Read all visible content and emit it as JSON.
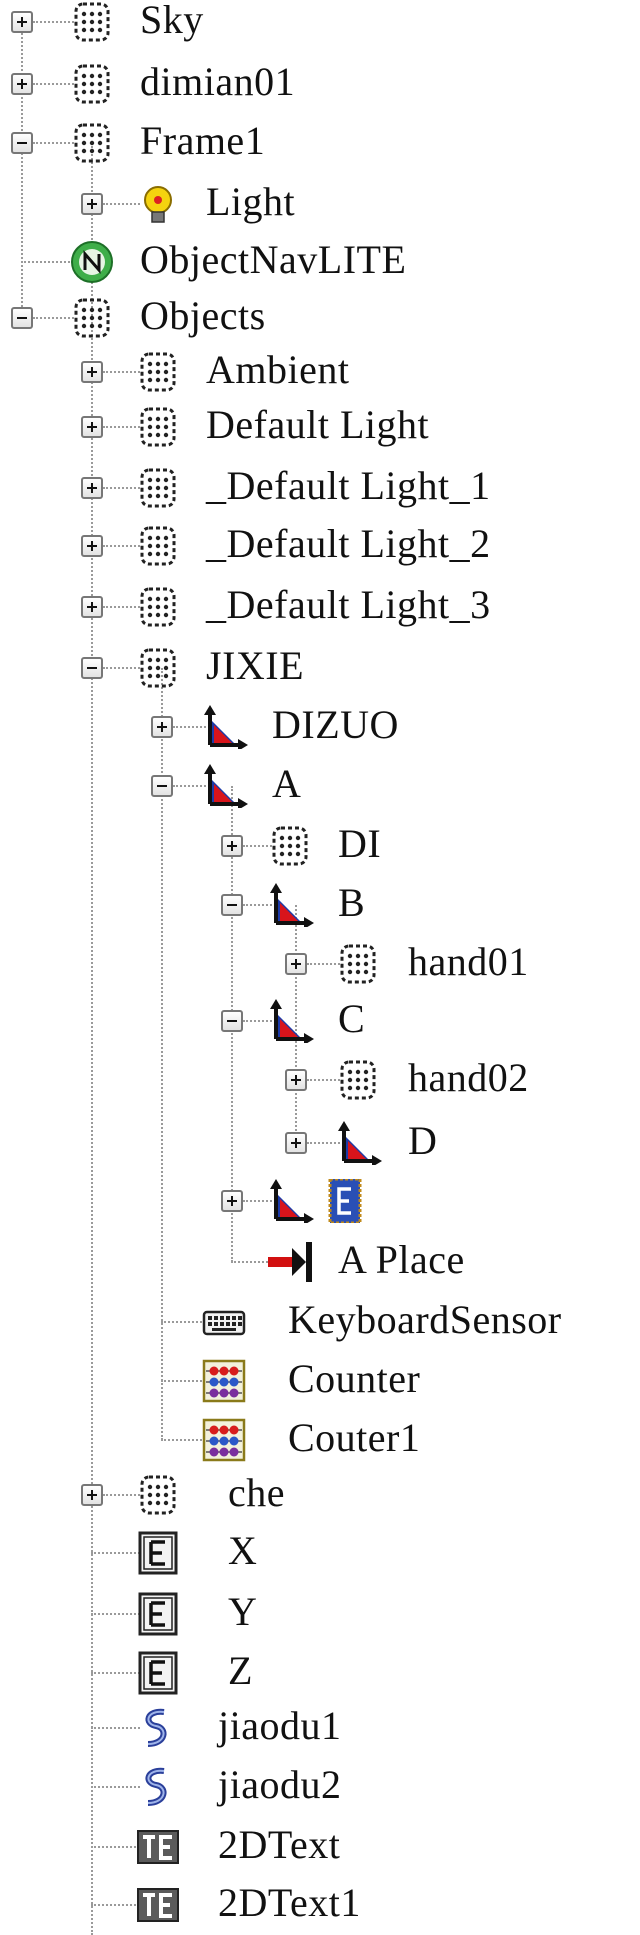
{
  "tree": {
    "items": [
      {
        "label": "Sky",
        "icon": "frame-icon",
        "toggle": "expand"
      },
      {
        "label": "dimian01",
        "icon": "frame-icon",
        "toggle": "expand"
      },
      {
        "label": "Frame1",
        "icon": "frame-icon",
        "toggle": "collapse"
      },
      {
        "label": "Light",
        "icon": "light-bulb-icon",
        "toggle": "expand"
      },
      {
        "label": "ObjectNavLITE",
        "icon": "nav-icon",
        "toggle": "none"
      },
      {
        "label": "Objects",
        "icon": "frame-icon",
        "toggle": "collapse"
      },
      {
        "label": "Ambient",
        "icon": "frame-icon",
        "toggle": "expand"
      },
      {
        "label": "Default Light",
        "icon": "frame-icon",
        "toggle": "expand"
      },
      {
        "label": "_Default Light_1",
        "icon": "frame-icon",
        "toggle": "expand"
      },
      {
        "label": "_Default Light_2",
        "icon": "frame-icon",
        "toggle": "expand"
      },
      {
        "label": "_Default Light_3",
        "icon": "frame-icon",
        "toggle": "expand"
      },
      {
        "label": "JIXIE",
        "icon": "frame-icon",
        "toggle": "collapse"
      },
      {
        "label": "DIZUO",
        "icon": "axes-icon",
        "toggle": "expand"
      },
      {
        "label": "A",
        "icon": "axes-icon",
        "toggle": "collapse"
      },
      {
        "label": "DI",
        "icon": "frame-icon",
        "toggle": "expand"
      },
      {
        "label": "B",
        "icon": "axes-icon",
        "toggle": "collapse"
      },
      {
        "label": "hand01",
        "icon": "frame-icon",
        "toggle": "expand"
      },
      {
        "label": "C",
        "icon": "axes-icon",
        "toggle": "collapse"
      },
      {
        "label": "hand02",
        "icon": "frame-icon",
        "toggle": "expand"
      },
      {
        "label": "D",
        "icon": "axes-icon",
        "toggle": "expand"
      },
      {
        "label": "",
        "icon": "axes-icon",
        "toggle": "expand",
        "extra_icon": "selected-e-icon"
      },
      {
        "label": "A Place",
        "icon": "place-arrow-icon",
        "toggle": "none"
      },
      {
        "label": "KeyboardSensor",
        "icon": "keyboard-icon",
        "toggle": "none"
      },
      {
        "label": "Counter",
        "icon": "counter-icon",
        "toggle": "none"
      },
      {
        "label": "Couter1",
        "icon": "counter-icon",
        "toggle": "none"
      },
      {
        "label": "che",
        "icon": "frame-icon",
        "toggle": "expand"
      },
      {
        "label": "X",
        "icon": "expression-icon",
        "toggle": "none"
      },
      {
        "label": "Y",
        "icon": "expression-icon",
        "toggle": "none"
      },
      {
        "label": "Z",
        "icon": "expression-icon",
        "toggle": "none"
      },
      {
        "label": "jiaodu1",
        "icon": "script-icon",
        "toggle": "none"
      },
      {
        "label": "jiaodu2",
        "icon": "script-icon",
        "toggle": "none"
      },
      {
        "label": "2DText",
        "icon": "text-2d-icon",
        "toggle": "none"
      },
      {
        "label": "2DText1",
        "icon": "text-2d-icon",
        "toggle": "none"
      }
    ]
  },
  "colors": {
    "guide": "#9a9a9a",
    "axes_red": "#d8141b",
    "axes_blue": "#1c3aa8",
    "nav_green": "#3fae49",
    "bulb_yellow": "#f5d30f"
  }
}
